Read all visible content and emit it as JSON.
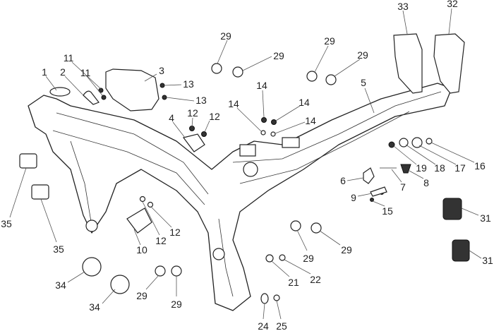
{
  "diagram": {
    "title": "Frame exploded parts diagram",
    "callouts": [
      "1",
      "2",
      "11",
      "11",
      "3",
      "13",
      "13",
      "12",
      "12",
      "4",
      "29",
      "29",
      "29",
      "29",
      "33",
      "32",
      "14",
      "14",
      "14",
      "14",
      "5",
      "19",
      "18",
      "17",
      "16",
      "6",
      "7",
      "8",
      "9",
      "15",
      "31",
      "31",
      "35",
      "35",
      "34",
      "34",
      "10",
      "12",
      "12",
      "29",
      "29",
      "29",
      "29",
      "21",
      "22",
      "24",
      "25"
    ]
  }
}
